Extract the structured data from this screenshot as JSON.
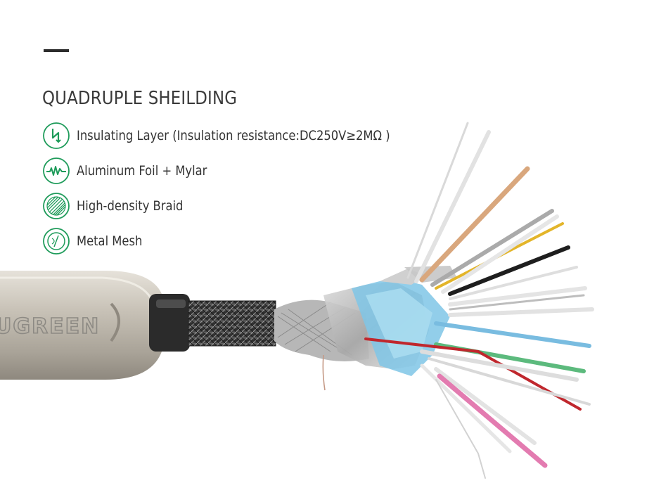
{
  "heading": "QUADRUPLE SHEILDING",
  "features": [
    {
      "icon": "lightning-insulation-icon",
      "label": "Insulating Layer (Insulation resistance:DC250V≥2MΩ )"
    },
    {
      "icon": "wave-signal-icon",
      "label": "Aluminum Foil + Mylar"
    },
    {
      "icon": "hatched-circle-icon",
      "label": "High-density Braid"
    },
    {
      "icon": "mesh-circle-icon",
      "label": "Metal Mesh"
    }
  ],
  "product": {
    "brand_logo": "UGREEN",
    "visible_brand_text": "UGREEN"
  },
  "colors": {
    "accent_green": "#1e9b5a",
    "heading": "#3a3a3a",
    "text": "#333333",
    "connector": "#bdb7ad"
  }
}
